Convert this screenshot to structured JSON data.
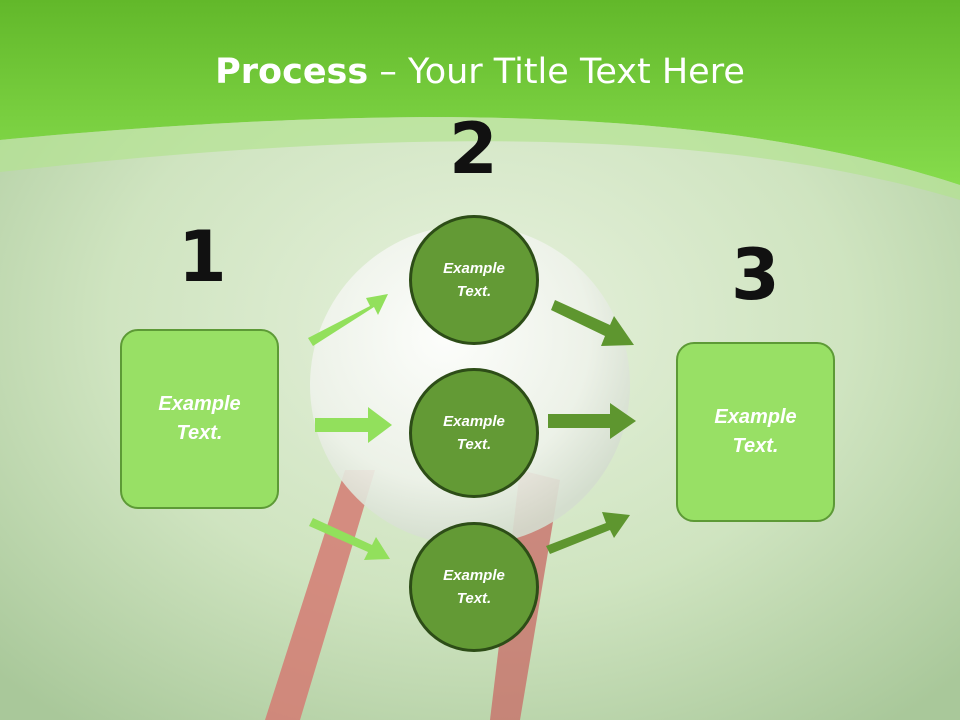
{
  "title": {
    "bold": "Process",
    "rest": " – Your Title Text Here"
  },
  "steps": [
    {
      "number": "1",
      "text": "Example Text."
    },
    {
      "number": "2",
      "items": [
        "Example Text.",
        "Example Text.",
        "Example Text."
      ]
    },
    {
      "number": "3",
      "text": "Example Text."
    }
  ],
  "colors": {
    "header": "#7ad43f",
    "box": "#98e065",
    "circle": "#639a35",
    "arrow_light": "#92e05c",
    "arrow_dark": "#5e962f"
  }
}
